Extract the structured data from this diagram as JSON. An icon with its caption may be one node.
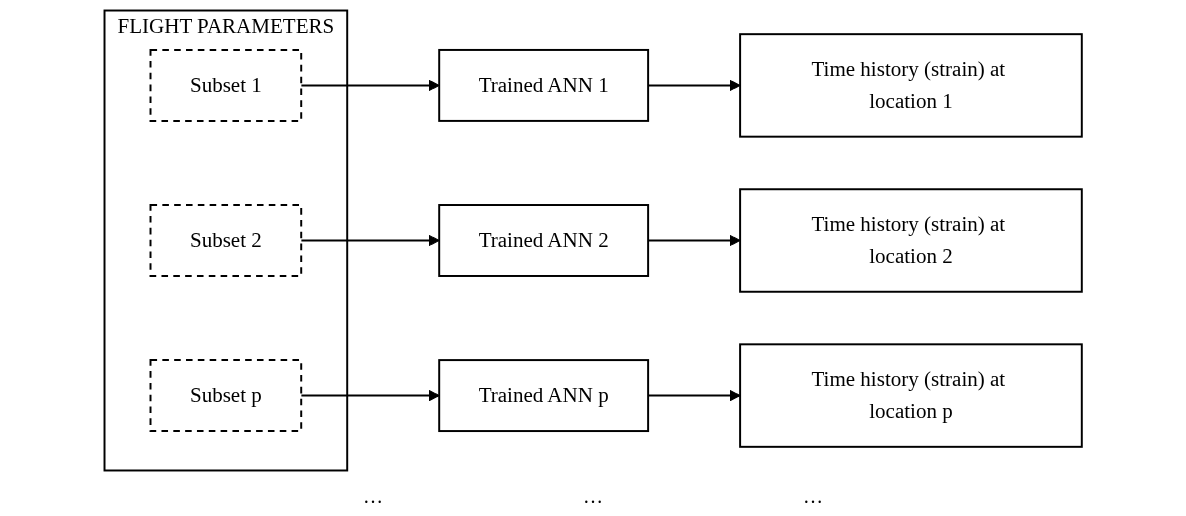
{
  "diagram": {
    "nodes": [
      {
        "text": [
          "FLIGHT PARAMETERS"
        ]
      },
      {
        "text": [
          "Subset 1"
        ],
        "in": 0
      },
      {
        "text": [
          "Trained ANN 1"
        ]
      },
      {
        "text": [
          "Time history (strain) at location 1"
        ]
      },
      {
        "text": [
          "Subset 2"
        ],
        "in": 0
      },
      {
        "text": [
          "Trained ANN 2"
        ]
      },
      {
        "text": [
          "Time history (strain) at location 2"
        ]
      },
      {
        "text": [
          "Subset p"
        ],
        "in": 0
      },
      {
        "text": [
          "Trained ANN p"
        ]
      },
      {
        "text": [
          "Time history (strain) at location p"
        ]
      }
    ],
    "edges": [
      {
        "from": 1,
        "to": 2,
        "arrow": "to"
      },
      {
        "from": 2,
        "to": 3,
        "arrow": "to"
      },
      {
        "from": 4,
        "to": 5,
        "arrow": "to"
      },
      {
        "from": 5,
        "to": 6,
        "arrow": "to"
      },
      {
        "from": 7,
        "to": 8,
        "arrow": "to"
      },
      {
        "from": 8,
        "to": 9,
        "arrow": "to"
      }
    ],
    "labels": [
      "…",
      "…",
      "…"
    ]
  }
}
